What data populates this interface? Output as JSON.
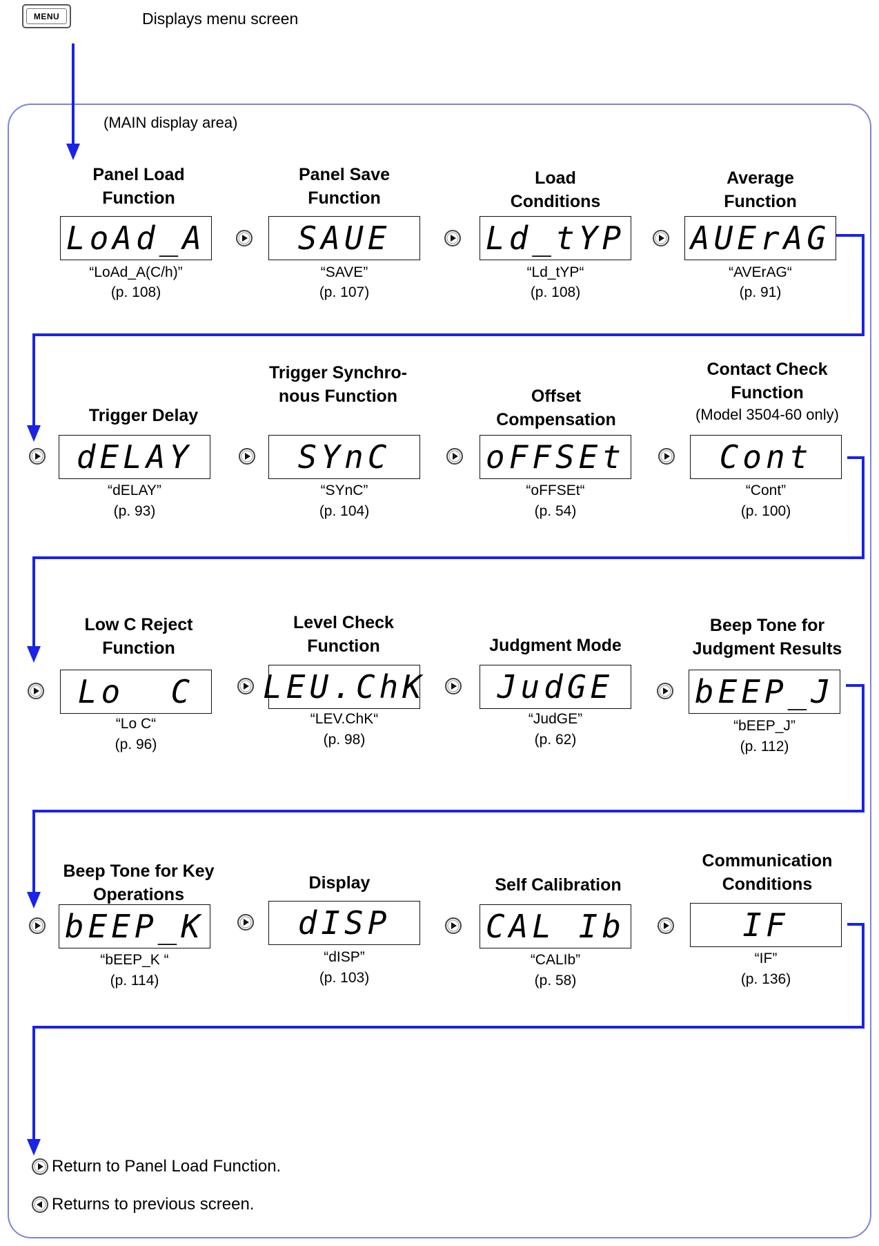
{
  "menu_key": {
    "label": "MENU",
    "description": "Displays menu screen"
  },
  "main_area_label": "(MAIN display area)",
  "rows": [
    [
      {
        "title": "Panel Load Function",
        "note": "",
        "lcd": "LoAd_A",
        "code": "“LoAd_A(C/h)”",
        "page": "(p. 108)"
      },
      {
        "title": "Panel Save Function",
        "note": "",
        "lcd": "SAUE",
        "code": "“SAVE”",
        "page": "(p. 107)"
      },
      {
        "title": "Load Conditions",
        "note": "",
        "lcd": "Ld_tYP",
        "code": "“Ld_tYP“",
        "page": "(p. 108)"
      },
      {
        "title": "Average Function",
        "note": "",
        "lcd": "AUErAG",
        "code": "“AVErAG“",
        "page": "(p. 91)"
      }
    ],
    [
      {
        "title": "Trigger Delay",
        "note": "",
        "lcd": "dELAY",
        "code": "“dELAY”",
        "page": "(p. 93)"
      },
      {
        "title": "Trigger Synchro-nous Function",
        "note": "",
        "lcd": "SYnC",
        "code": "“SYnC”",
        "page": "(p. 104)"
      },
      {
        "title": "Offset Compensation",
        "note": "",
        "lcd": "oFFSEt",
        "code": "“oFFSEt“",
        "page": "(p. 54)"
      },
      {
        "title": "Contact Check Function",
        "note": "(Model 3504-60 only)",
        "lcd": "Cont",
        "code": "“Cont”",
        "page": "(p. 100)"
      }
    ],
    [
      {
        "title": "Low C Reject Function",
        "note": "",
        "lcd": "Lo  C",
        "code": "“Lo C“",
        "page": "(p. 96)"
      },
      {
        "title": "Level Check Function",
        "note": "",
        "lcd": "LEU.ChK",
        "code": "“LEV.ChK“",
        "page": "(p. 98)"
      },
      {
        "title": "Judgment Mode",
        "note": "",
        "lcd": "JudGE",
        "code": "“JudGE”",
        "page": "(p. 62)"
      },
      {
        "title": "Beep Tone for Judgment Results",
        "note": "",
        "lcd": "bEEP_J",
        "code": "“bEEP_J”",
        "page": "(p. 112)"
      }
    ],
    [
      {
        "title": "Beep Tone for Key Operations",
        "note": "",
        "lcd": "bEEP_K",
        "code": "“bEEP_K “",
        "page": "(p. 114)"
      },
      {
        "title": "Display",
        "note": "",
        "lcd": "dISP",
        "code": "“dISP”",
        "page": "(p. 103)"
      },
      {
        "title": "Self Calibration",
        "note": "",
        "lcd": "CAL Ib",
        "code": "“CALIb”",
        "page": "(p. 58)"
      },
      {
        "title": "Communication Conditions",
        "note": "",
        "lcd": "IF",
        "code": "“IF”",
        "page": "(p. 136)"
      }
    ]
  ],
  "legend": {
    "next": "Return to Panel Load Function.",
    "prev": "Returns to previous screen."
  },
  "colors": {
    "flow": "#1a23e6",
    "frame": "#7b85d8"
  }
}
